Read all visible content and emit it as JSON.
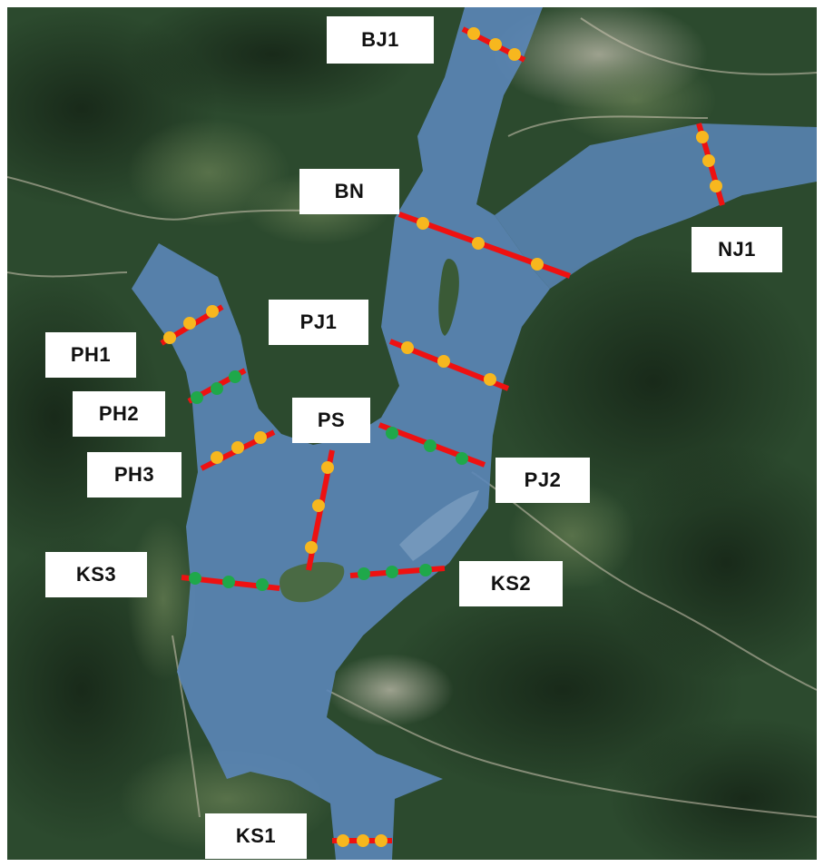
{
  "colors": {
    "terrain_dark": "#1f3222",
    "terrain_mid": "#2c4a2e",
    "terrain_light": "#4a6a44",
    "farmland": "#6f7d55",
    "road": "#cfc7b4",
    "river_water": "#5b86b8",
    "transect_line": "#ee1111",
    "point_yellow": "#f7b71e",
    "point_green": "#1fa84a",
    "label_bg": "#ffffff",
    "label_text": "#111111"
  },
  "labels": {
    "bj1": "BJ1",
    "bn": "BN",
    "nj1": "NJ1",
    "pj1": "PJ1",
    "ph1": "PH1",
    "ph2": "PH2",
    "ps": "PS",
    "pj2": "PJ2",
    "ph3": "PH3",
    "ks3": "KS3",
    "ks2": "KS2",
    "ks1": "KS1"
  },
  "transects": [
    {
      "id": "BJ1",
      "point_color": "yellow",
      "points": 3
    },
    {
      "id": "BN",
      "point_color": "yellow",
      "points": 3
    },
    {
      "id": "NJ1",
      "point_color": "yellow",
      "points": 3
    },
    {
      "id": "PH1",
      "point_color": "yellow",
      "points": 3
    },
    {
      "id": "PH2",
      "point_color": "green",
      "points": 3
    },
    {
      "id": "PH3",
      "point_color": "yellow",
      "points": 3
    },
    {
      "id": "PJ1",
      "point_color": "yellow",
      "points": 3
    },
    {
      "id": "PJ2",
      "point_color": "green",
      "points": 3
    },
    {
      "id": "PS",
      "point_color": "yellow",
      "points": 3
    },
    {
      "id": "KS3",
      "point_color": "green",
      "points": 3
    },
    {
      "id": "KS2",
      "point_color": "green",
      "points": 3
    },
    {
      "id": "KS1",
      "point_color": "yellow",
      "points": 3
    }
  ]
}
